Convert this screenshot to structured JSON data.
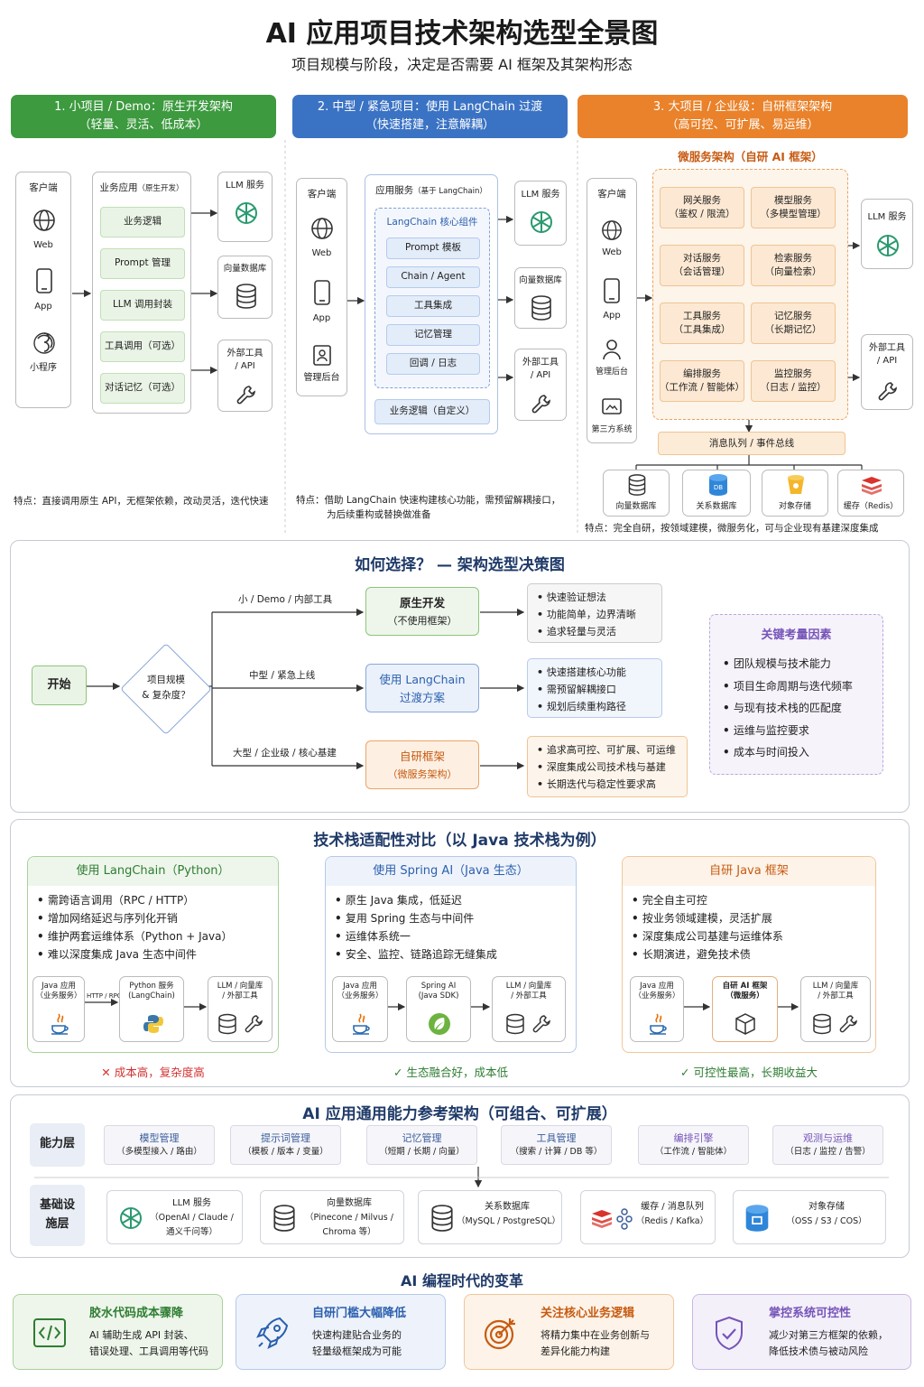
{
  "title": "AI 应用项目技术架构选型全景图",
  "subtitle": "项目规模与阶段，决定是否需要 AI 框架及其架构形态",
  "col1": {
    "h1": "1. 小项目 / Demo：原生开发架构",
    "h2": "（轻量、灵活、低成本）",
    "client": "客户端",
    "web": "Web",
    "app": "App",
    "mini": "小程序",
    "biz": "业务应用",
    "biz_sub": "（原生开发）",
    "items": [
      "业务逻辑",
      "Prompt 管理",
      "LLM 调用封装",
      "工具调用（可选）",
      "对话记忆（可选）"
    ],
    "llm": "LLM 服务",
    "vdb": "向量数据库",
    "ext1": "外部工具",
    "ext2": "/ API",
    "note": "特点：直接调用原生 API，无框架依赖，改动灵活，迭代快速"
  },
  "col2": {
    "h1": "2. 中型 / 紧急项目：使用 LangChain 过渡",
    "h2": "（快速搭建，注意解耦）",
    "client": "客户端",
    "web": "Web",
    "app": "App",
    "admin": "管理后台",
    "svc": "应用服务",
    "svc_sub": "（基于 LangChain）",
    "core": "LangChain 核心组件",
    "items": [
      "Prompt 模板",
      "Chain / Agent",
      "工具集成",
      "记忆管理",
      "回调 / 日志"
    ],
    "biz": "业务逻辑（自定义）",
    "llm": "LLM 服务",
    "vdb": "向量数据库",
    "ext1": "外部工具",
    "ext2": "/ API",
    "note1": "特点：借助 LangChain 快速构建核心功能，需预留解耦接口，",
    "note2": "为后续重构或替换做准备"
  },
  "col3": {
    "h1": "3. 大项目 / 企业级：自研框架架构",
    "h2": "（高可控、可扩展、易运维）",
    "client": "客户端",
    "web": "Web",
    "app": "App",
    "admin": "管理后台",
    "third": "第三方系统",
    "micro": "微服务架构（自研 AI 框架）",
    "svcs": [
      [
        "网关服务",
        "（鉴权 / 限流）"
      ],
      [
        "模型服务",
        "（多模型管理）"
      ],
      [
        "对话服务",
        "（会话管理）"
      ],
      [
        "检索服务",
        "（向量检索）"
      ],
      [
        "工具服务",
        "（工具集成）"
      ],
      [
        "记忆服务",
        "（长期记忆）"
      ],
      [
        "编排服务",
        "（工作流 / 智能体）"
      ],
      [
        "监控服务",
        "（日志 / 监控）"
      ]
    ],
    "mq": "消息队列 / 事件总线",
    "stores": [
      "向量数据库",
      "关系数据库",
      "对象存储",
      "缓存（Redis）"
    ],
    "db": "DB",
    "llm": "LLM 服务",
    "ext1": "外部工具",
    "ext2": "/ API",
    "note": "特点：完全自研，按领域建模，微服务化，可与企业现有基建深度集成"
  },
  "decision": {
    "title": "如何选择？ — 架构选型决策图",
    "start": "开始",
    "q1": "项目规模",
    "q2": "& 复杂度？",
    "b1": "小 / Demo / 内部工具",
    "b2": "中型 / 紧急上线",
    "b3": "大型 / 企业级 / 核心基建",
    "r1a": "原生开发",
    "r1b": "（不使用框架）",
    "r2a": "使用 LangChain",
    "r2b": "过渡方案",
    "r3a": "自研框架",
    "r3b": "（微服务架构）",
    "p1": [
      "快速验证想法",
      "功能简单，边界清晰",
      "追求轻量与灵活"
    ],
    "p2": [
      "快速搭建核心功能",
      "需预留解耦接口",
      "规划后续重构路径"
    ],
    "p3": [
      "追求高可控、可扩展、可运维",
      "深度集成公司技术栈与基建",
      "长期迭代与稳定性要求高"
    ],
    "kf_title": "关键考量因素",
    "kf": [
      "团队规模与技术能力",
      "项目生命周期与迭代频率",
      "与现有技术栈的匹配度",
      "运维与监控要求",
      "成本与时间投入"
    ]
  },
  "stack": {
    "title": "技术栈适配性对比（以 Java 技术栈为例）",
    "c1": {
      "title": "使用 LangChain（Python）",
      "pts": [
        "需跨语言调用（RPC / HTTP）",
        "增加网络延迟与序列化开销",
        "维护两套运维体系（Python + Java）",
        "难以深度集成 Java 生态中间件"
      ],
      "n1a": "Java 应用",
      "n1b": "（业务服务）",
      "arrow": "HTTP / RPC",
      "n2a": "Python 服务",
      "n2b": "(LangChain)",
      "n3a": "LLM / 向量库",
      "n3b": "/ 外部工具",
      "verdict": "✕  成本高，复杂度高"
    },
    "c2": {
      "title": "使用 Spring AI（Java 生态）",
      "pts": [
        "原生 Java 集成，低延迟",
        "复用 Spring 生态与中间件",
        "运维体系统一",
        "安全、监控、链路追踪无缝集成"
      ],
      "n1a": "Java 应用",
      "n1b": "（业务服务）",
      "n2a": "Spring AI",
      "n2b": "(Java SDK)",
      "n3a": "LLM / 向量库",
      "n3b": "/ 外部工具",
      "verdict": "✓  生态融合好，成本低"
    },
    "c3": {
      "title": "自研 Java 框架",
      "pts": [
        "完全自主可控",
        "按业务领域建模，灵活扩展",
        "深度集成公司基建与运维体系",
        "长期演进，避免技术债"
      ],
      "n1a": "Java 应用",
      "n1b": "（业务服务）",
      "n2a": "自研 AI 框架",
      "n2b": "（微服务）",
      "n3a": "LLM / 向量库",
      "n3b": "/ 外部工具",
      "verdict": "✓  可控性最高，长期收益大"
    }
  },
  "ref": {
    "title": "AI 应用通用能力参考架构（可组合、可扩展）",
    "cap": "能力层",
    "base1": "基础设",
    "base2": "施层",
    "caps": [
      [
        "模型管理",
        "（多模型接入 / 路由）"
      ],
      [
        "提示词管理",
        "（模板 / 版本 / 变量）"
      ],
      [
        "记忆管理",
        "（短期 / 长期 / 向量）"
      ],
      [
        "工具管理",
        "（搜索 / 计算 / DB 等）"
      ],
      [
        "编排引擎",
        "（工作流 / 智能体）"
      ],
      [
        "观测与运维",
        "（日志 / 监控 / 告警）"
      ]
    ],
    "infra": [
      [
        "LLM 服务",
        "（OpenAI / Claude /",
        "通义千问等）"
      ],
      [
        "向量数据库",
        "（Pinecone / Milvus /",
        "Chroma 等）"
      ],
      [
        "关系数据库",
        "（MySQL / PostgreSQL）",
        ""
      ],
      [
        "缓存 / 消息队列",
        "（Redis / Kafka）",
        ""
      ],
      [
        "对象存储",
        "（OSS / S3 / COS）",
        ""
      ]
    ]
  },
  "era": {
    "title": "AI 编程时代的变革",
    "cards": [
      [
        "胶水代码成本骤降",
        "AI 辅助生成 API 封装、",
        "错误处理、工具调用等代码"
      ],
      [
        "自研门槛大幅降低",
        "快速构建贴合业务的",
        "轻量级框架成为可能"
      ],
      [
        "关注核心业务逻辑",
        "将精力集中在业务创新与",
        "差异化能力构建"
      ],
      [
        "掌控系统可控性",
        "减少对第三方框架的依赖，",
        "降低技术债与被动风险"
      ]
    ]
  },
  "colors": {
    "green": "#3d9a3f",
    "blue": "#3b73c4",
    "orange": "#e9822a",
    "navy": "#1f3a68",
    "purple": "#8a6cc4"
  }
}
